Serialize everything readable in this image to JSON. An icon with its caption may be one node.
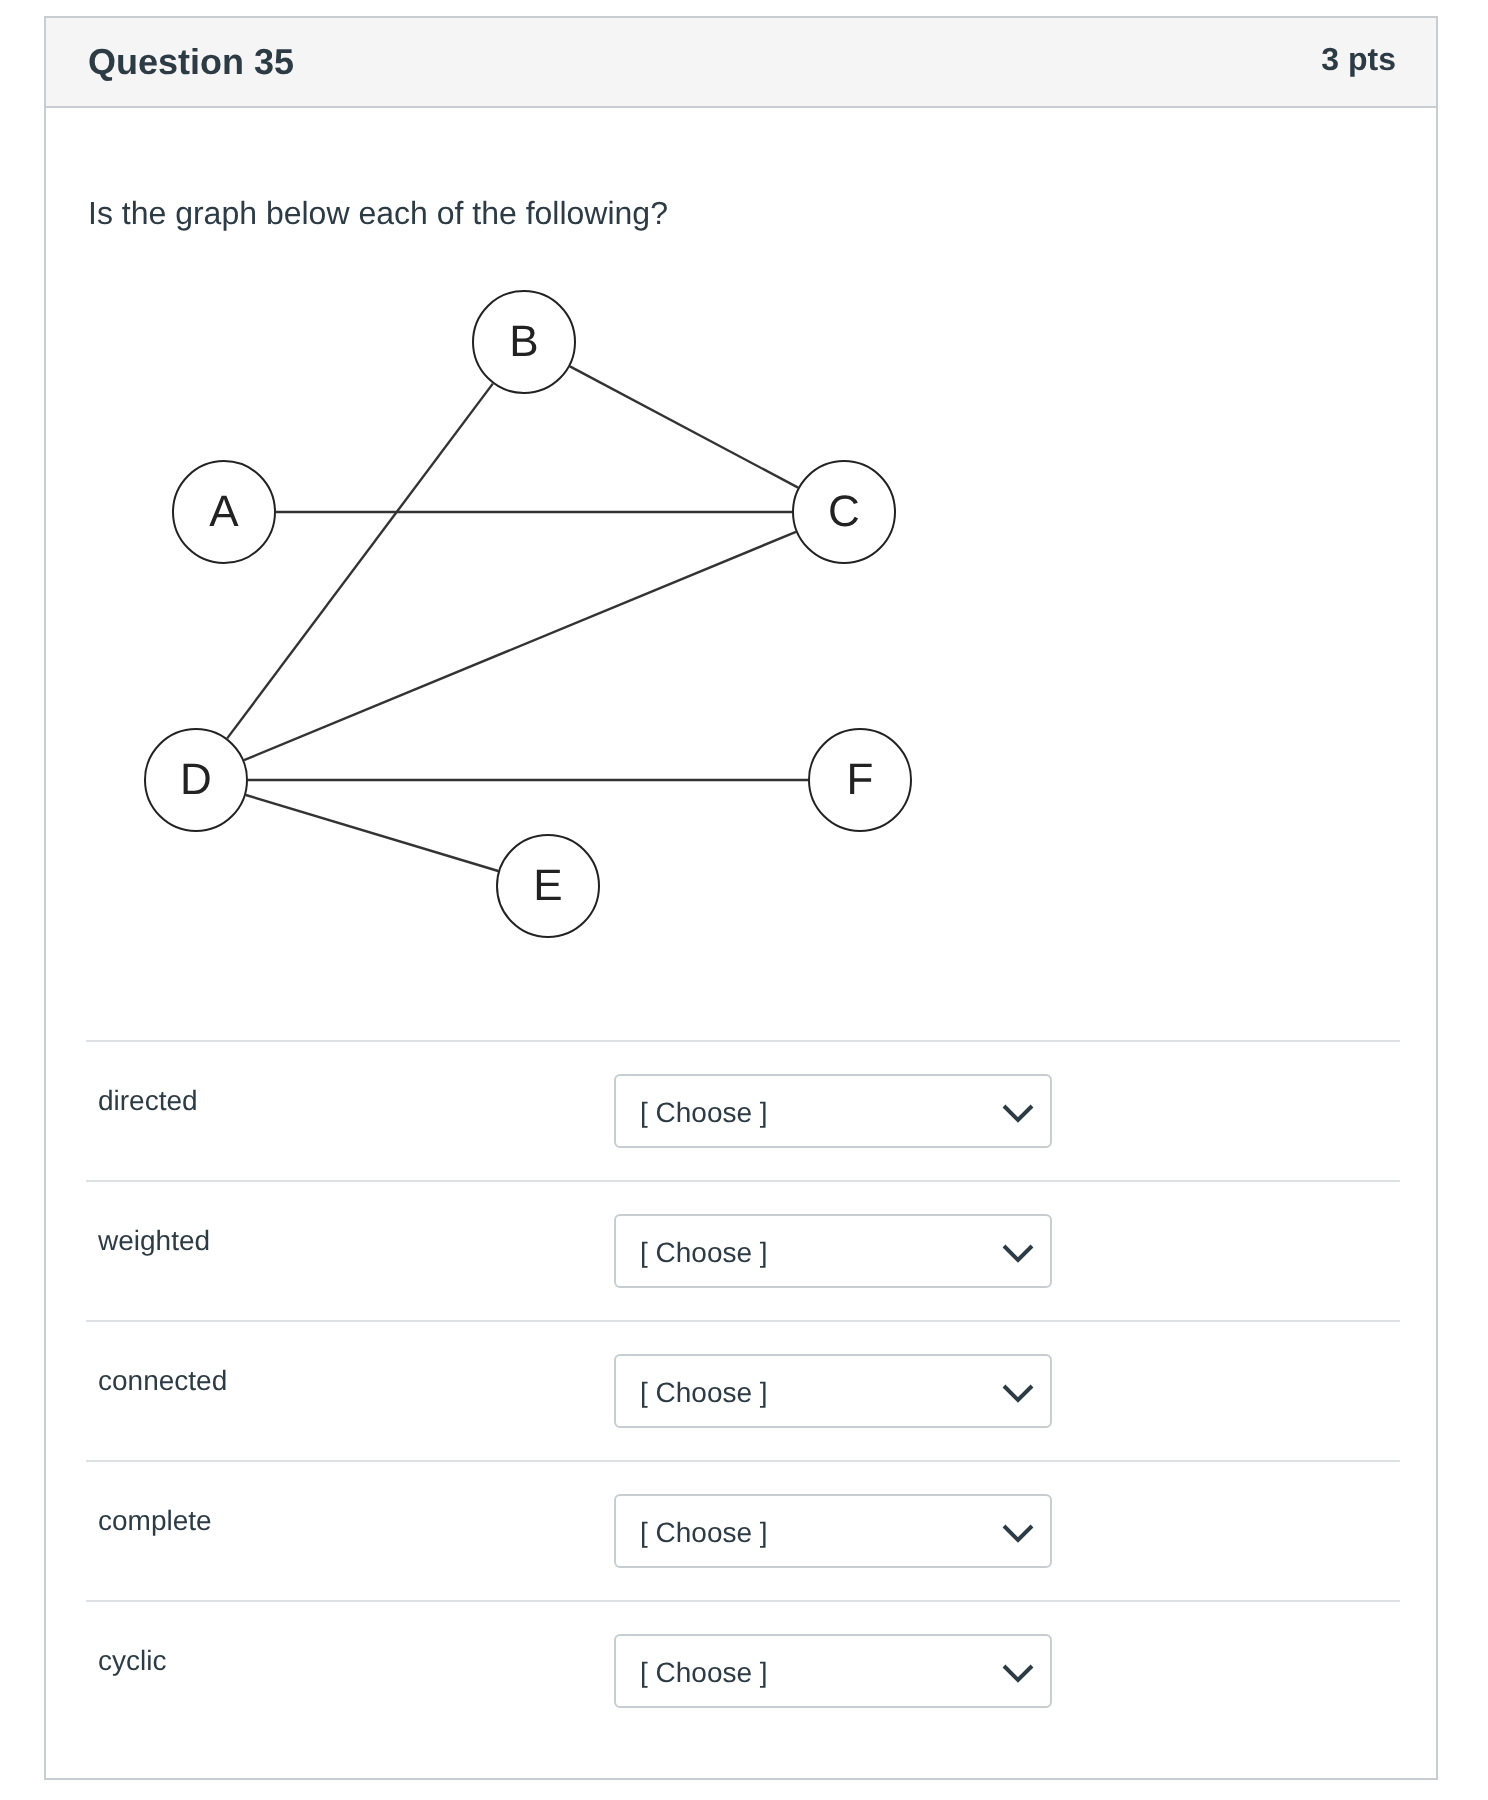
{
  "diagram": {
    "title": "Question 35",
    "nodes": [
      {
        "text": [
          "B"
        ]
      },
      {
        "text": [
          "A"
        ]
      },
      {
        "text": [
          "C"
        ]
      },
      {
        "text": [
          "D"
        ]
      },
      {
        "text": [
          "F"
        ]
      },
      {
        "text": [
          "E"
        ]
      }
    ],
    "edges": [
      {
        "from": 0,
        "to": 3,
        "arrow": "none"
      },
      {
        "from": 0,
        "to": 2,
        "arrow": "none"
      },
      {
        "from": 1,
        "to": 2,
        "arrow": "none"
      },
      {
        "from": 3,
        "to": 2,
        "arrow": "none"
      },
      {
        "from": 3,
        "to": 4,
        "arrow": "none"
      },
      {
        "from": 3,
        "to": 5,
        "arrow": "none"
      }
    ],
    "labels": [
      "3 pts",
      "Is the graph below each of the following?",
      "directed",
      "[ Choose ]",
      "weighted",
      "[ Choose ]",
      "connected",
      "[ Choose ]",
      "complete",
      "[ Choose ]",
      "cyclic",
      "[ Choose ]"
    ]
  }
}
